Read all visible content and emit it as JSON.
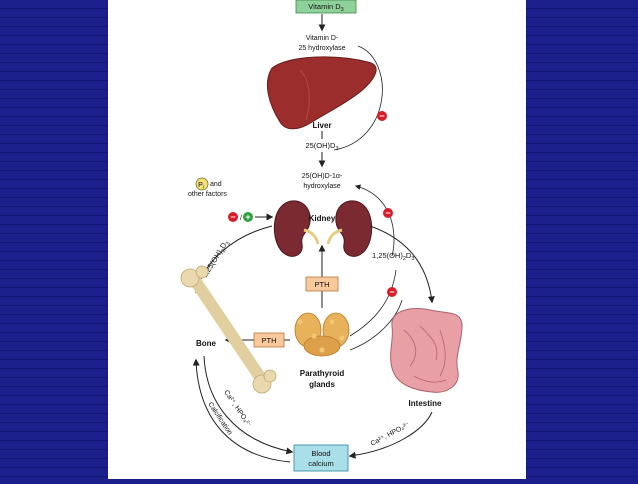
{
  "nodes": {
    "vitamin_d3": "Vitamin D",
    "vitamin_d3_sub": "3",
    "hydroxylase25_line1": "Vitamin D-",
    "hydroxylase25_line2": "25 hydroxylase",
    "liver": "Liver",
    "oh_d3": "25(OH)D",
    "oh_d3_sub": "3",
    "hydroxylase1a_line1": "25(OH)D-1α-",
    "hydroxylase1a_line2": "hydroxylase",
    "pi_symbol": "P",
    "pi_sub": "i",
    "pi_and": "and",
    "other_factors": "other factors",
    "slash": "/",
    "kidney": "Kidney",
    "calcitriol_left": "1,25(OH)",
    "calcitriol_left_sub": "2",
    "calcitriol_left_d": "D",
    "calcitriol_left_sub2": "3",
    "calcitriol_right": "1,25(OH)",
    "calcitriol_right_sub": "2",
    "calcitriol_right_d": "D",
    "calcitriol_right_sub2": "3",
    "pth_top": "PTH",
    "pth_left": "PTH",
    "bone": "Bone",
    "parathyroid_line1": "Parathyroid",
    "parathyroid_line2": "glands",
    "intestine": "Intestine",
    "blood_line1": "Blood",
    "blood_line2": "calcium",
    "bone_ion_label": "Ca²⁺, HPO₄²⁻",
    "calcification": "Calcification",
    "intestine_ion_label": "Ca²⁺, HPO₄²⁻",
    "minus": "−",
    "plus": "+"
  },
  "colors": {
    "vitamin_box": "#8fd19a",
    "pth_box": "#f8c99a",
    "blood_box": "#a8dfe8",
    "inhibit": "#d61e2a",
    "stimulate": "#2e9e3e",
    "liver": "#9c2d2d",
    "kidney": "#7a2a30",
    "bone": "#ead9ad",
    "parathyroid": "#e7b25a",
    "intestine": "#e8a0a6"
  }
}
